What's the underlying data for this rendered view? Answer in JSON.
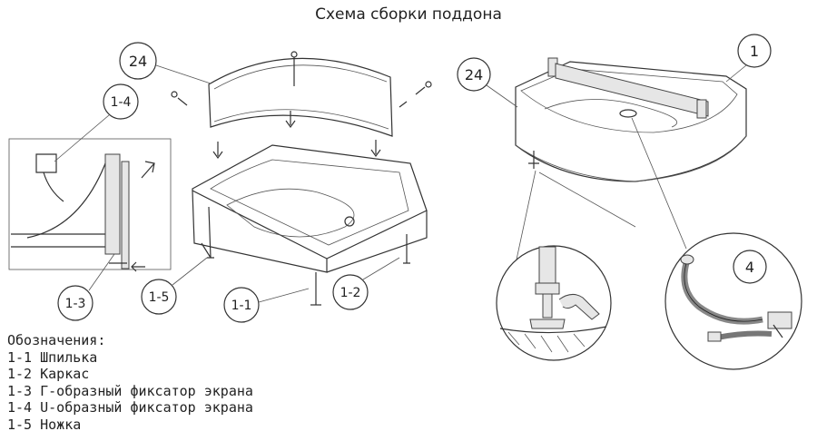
{
  "title": "Схема сборки поддона",
  "callouts": {
    "c24_left": "24",
    "c14": "1-4",
    "c13": "1-3",
    "c15": "1-5",
    "c11": "1-1",
    "c12": "1-2",
    "c24_right": "24",
    "c1": "1",
    "c4": "4"
  },
  "legend": {
    "heading": "Обозначения:",
    "items": [
      "1-1 Шпилька",
      "1-2 Каркас",
      "1-3 Г-образный фиксатор экрана",
      "1-4 U-образный фиксатор экрана",
      "1-5 Ножка"
    ]
  }
}
